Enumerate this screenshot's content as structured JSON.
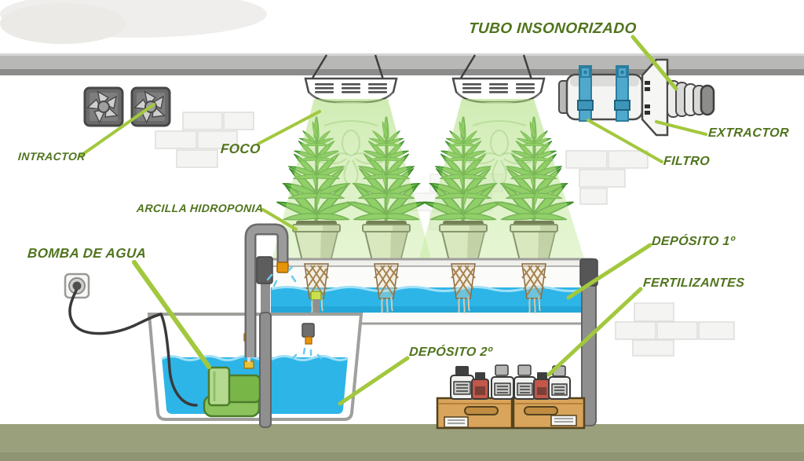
{
  "diagram_type": "hydroponic-grow-room-schematic",
  "labels": {
    "tubo_insonorizado": "TUBO INSONORIZADO",
    "intractor": "INTRACTOR",
    "foco": "FOCO",
    "arcilla_hidroponia": "ARCILLA HIDROPONIA",
    "bomba_de_agua": "BOMBA DE AGUA",
    "extractor": "EXTRACTOR",
    "filtro": "FILTRO",
    "deposito_1": "DEPÓSITO 1º",
    "fertilizantes": "FERTILIZANTES",
    "deposito_2": "DEPÓSITO 2º"
  },
  "components": [
    "intake-fans",
    "grow-lamps",
    "light-cones",
    "cannabis-plants",
    "clay-pots",
    "net-baskets",
    "upper-reservoir",
    "riser-pipe",
    "drip-outlet",
    "water-pump",
    "power-outlet",
    "lower-reservoir",
    "carbon-filter",
    "extractor-fan",
    "insulated-duct",
    "fertilizer-bottles",
    "cardboard-boxes",
    "brick-walls",
    "ceiling",
    "ground"
  ],
  "colors": {
    "label_text": "#50741d",
    "leader_line": "#a2c83e",
    "water": "#2db5e8",
    "water_crest": "#9fe0f6",
    "light_cone": "#b8e288",
    "plant_green": "#6fbf4c",
    "plant_outline": "#3f8d2b",
    "pump_green": "#79b648",
    "ceiling_gray": "#b8b8b6",
    "ground_olive": "#9aa07c",
    "strap_blue": "#4fa9cd",
    "box_tan": "#d9a45b",
    "pot_beige": "#ece8de",
    "metal_gray": "#8f8f8f"
  }
}
